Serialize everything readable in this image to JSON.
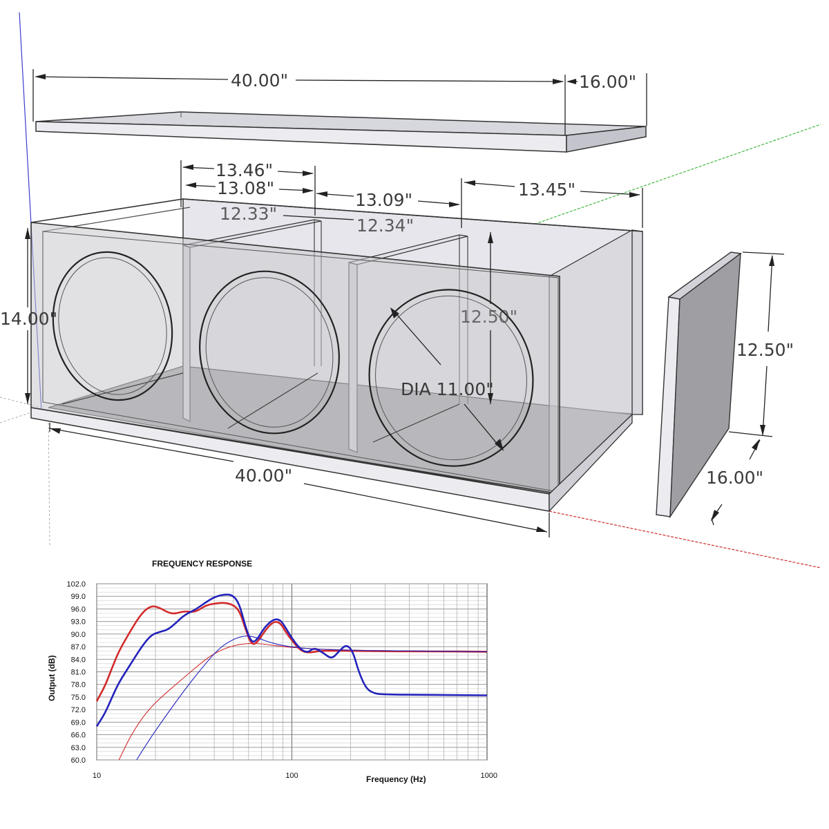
{
  "diagram": {
    "top_panel": {
      "length": "40.00\"",
      "depth": "16.00\""
    },
    "upper_labels": {
      "outer_width_1": "13.46\"",
      "chamber_1": "13.08\"",
      "chamber_2": "13.09\"",
      "outer_width_3": "13.45\"",
      "inner_1": "12.33\"",
      "inner_2": "12.34\""
    },
    "box": {
      "height": "14.00\"",
      "inner_height": "12.50\"",
      "hole_diameter": "DIA 11.00\"",
      "length": "40.00\""
    },
    "side_panel": {
      "height": "12.50\"",
      "depth": "16.00\""
    },
    "colors": {
      "panel_fill": "#e6e6ec",
      "face_fill": "#c9c9cd",
      "floor_fill": "#a5a5a7"
    }
  },
  "freq_chart": {
    "title": "FREQUENCY RESPONSE",
    "ylabel": "Output (dB)",
    "xlabel": "Frequency (Hz)",
    "y_ticks": [
      "102.0",
      "99.0",
      "96.0",
      "93.0",
      "90.0",
      "87.0",
      "84.0",
      "81.0",
      "78.0",
      "75.0",
      "72.0",
      "69.0",
      "66.0",
      "63.0",
      "60.0"
    ],
    "x_ticks": [
      {
        "label": "10",
        "value": 10
      },
      {
        "label": "100",
        "value": 100
      },
      {
        "label": "1000",
        "value": 1000
      }
    ]
  },
  "chart_data": {
    "type": "line",
    "title": "FREQUENCY RESPONSE",
    "xlabel": "Frequency (Hz)",
    "ylabel": "Output (dB)",
    "xscale": "log",
    "xlim": [
      10,
      1000
    ],
    "ylim": [
      60,
      102
    ],
    "grid": true,
    "series": [
      {
        "color": "#d22a2a",
        "weight": "bold",
        "points": [
          [
            10,
            74
          ],
          [
            11,
            77.5
          ],
          [
            12,
            82
          ],
          [
            13,
            86
          ],
          [
            15,
            91
          ],
          [
            17,
            95
          ],
          [
            19,
            96.8
          ],
          [
            21,
            96.3
          ],
          [
            23,
            95.2
          ],
          [
            25,
            94.8
          ],
          [
            28,
            95.5
          ],
          [
            32,
            95.2
          ],
          [
            36,
            96.8
          ],
          [
            40,
            97.3
          ],
          [
            45,
            97.5
          ],
          [
            50,
            97
          ],
          [
            54,
            95.5
          ],
          [
            58,
            91
          ],
          [
            62,
            87.5
          ],
          [
            66,
            87.8
          ],
          [
            72,
            90.5
          ],
          [
            80,
            93
          ],
          [
            87,
            92.8
          ],
          [
            93,
            90.5
          ],
          [
            100,
            88.5
          ],
          [
            110,
            86.2
          ],
          [
            120,
            85.5
          ],
          [
            140,
            86
          ],
          [
            160,
            86
          ],
          [
            200,
            86
          ],
          [
            300,
            85.9
          ],
          [
            500,
            85.9
          ],
          [
            1000,
            85.8
          ]
        ]
      },
      {
        "color": "#2222bb",
        "weight": "bold",
        "points": [
          [
            10,
            68
          ],
          [
            11,
            71
          ],
          [
            12,
            75
          ],
          [
            13,
            78.5
          ],
          [
            15,
            83
          ],
          [
            17,
            87
          ],
          [
            19,
            89.8
          ],
          [
            21,
            90.5
          ],
          [
            23,
            91
          ],
          [
            25,
            92.3
          ],
          [
            28,
            94.5
          ],
          [
            32,
            95.8
          ],
          [
            36,
            97.5
          ],
          [
            40,
            98.8
          ],
          [
            45,
            99.5
          ],
          [
            50,
            99.3
          ],
          [
            54,
            97
          ],
          [
            58,
            91.5
          ],
          [
            62,
            88
          ],
          [
            66,
            88.5
          ],
          [
            72,
            91.5
          ],
          [
            80,
            93.5
          ],
          [
            87,
            93.5
          ],
          [
            93,
            91.5
          ],
          [
            100,
            89
          ],
          [
            110,
            86.5
          ],
          [
            120,
            85.5
          ],
          [
            130,
            86.8
          ],
          [
            145,
            85.5
          ],
          [
            160,
            84
          ],
          [
            175,
            86
          ],
          [
            190,
            87.5
          ],
          [
            205,
            86
          ],
          [
            220,
            81
          ],
          [
            240,
            77
          ],
          [
            265,
            75.8
          ],
          [
            300,
            75.6
          ],
          [
            500,
            75.5
          ],
          [
            1000,
            75.4
          ]
        ]
      },
      {
        "color": "#d22a2a",
        "weight": "thin",
        "points": [
          [
            13,
            60
          ],
          [
            15,
            66
          ],
          [
            18,
            71.5
          ],
          [
            22,
            75.5
          ],
          [
            27,
            79
          ],
          [
            33,
            82.5
          ],
          [
            40,
            85.5
          ],
          [
            50,
            87.3
          ],
          [
            60,
            87.8
          ],
          [
            70,
            87.7
          ],
          [
            80,
            87.3
          ],
          [
            100,
            86.8
          ],
          [
            150,
            86.3
          ],
          [
            300,
            86
          ],
          [
            1000,
            85.8
          ]
        ]
      },
      {
        "color": "#2222bb",
        "weight": "thin",
        "points": [
          [
            16,
            60
          ],
          [
            19,
            65.5
          ],
          [
            23,
            71
          ],
          [
            28,
            76.5
          ],
          [
            34,
            81.5
          ],
          [
            42,
            86.5
          ],
          [
            50,
            88.8
          ],
          [
            58,
            89.7
          ],
          [
            66,
            89.2
          ],
          [
            75,
            88.2
          ],
          [
            90,
            87.2
          ],
          [
            120,
            86.5
          ],
          [
            200,
            86.1
          ],
          [
            400,
            86
          ],
          [
            1000,
            85.8
          ]
        ]
      }
    ]
  }
}
